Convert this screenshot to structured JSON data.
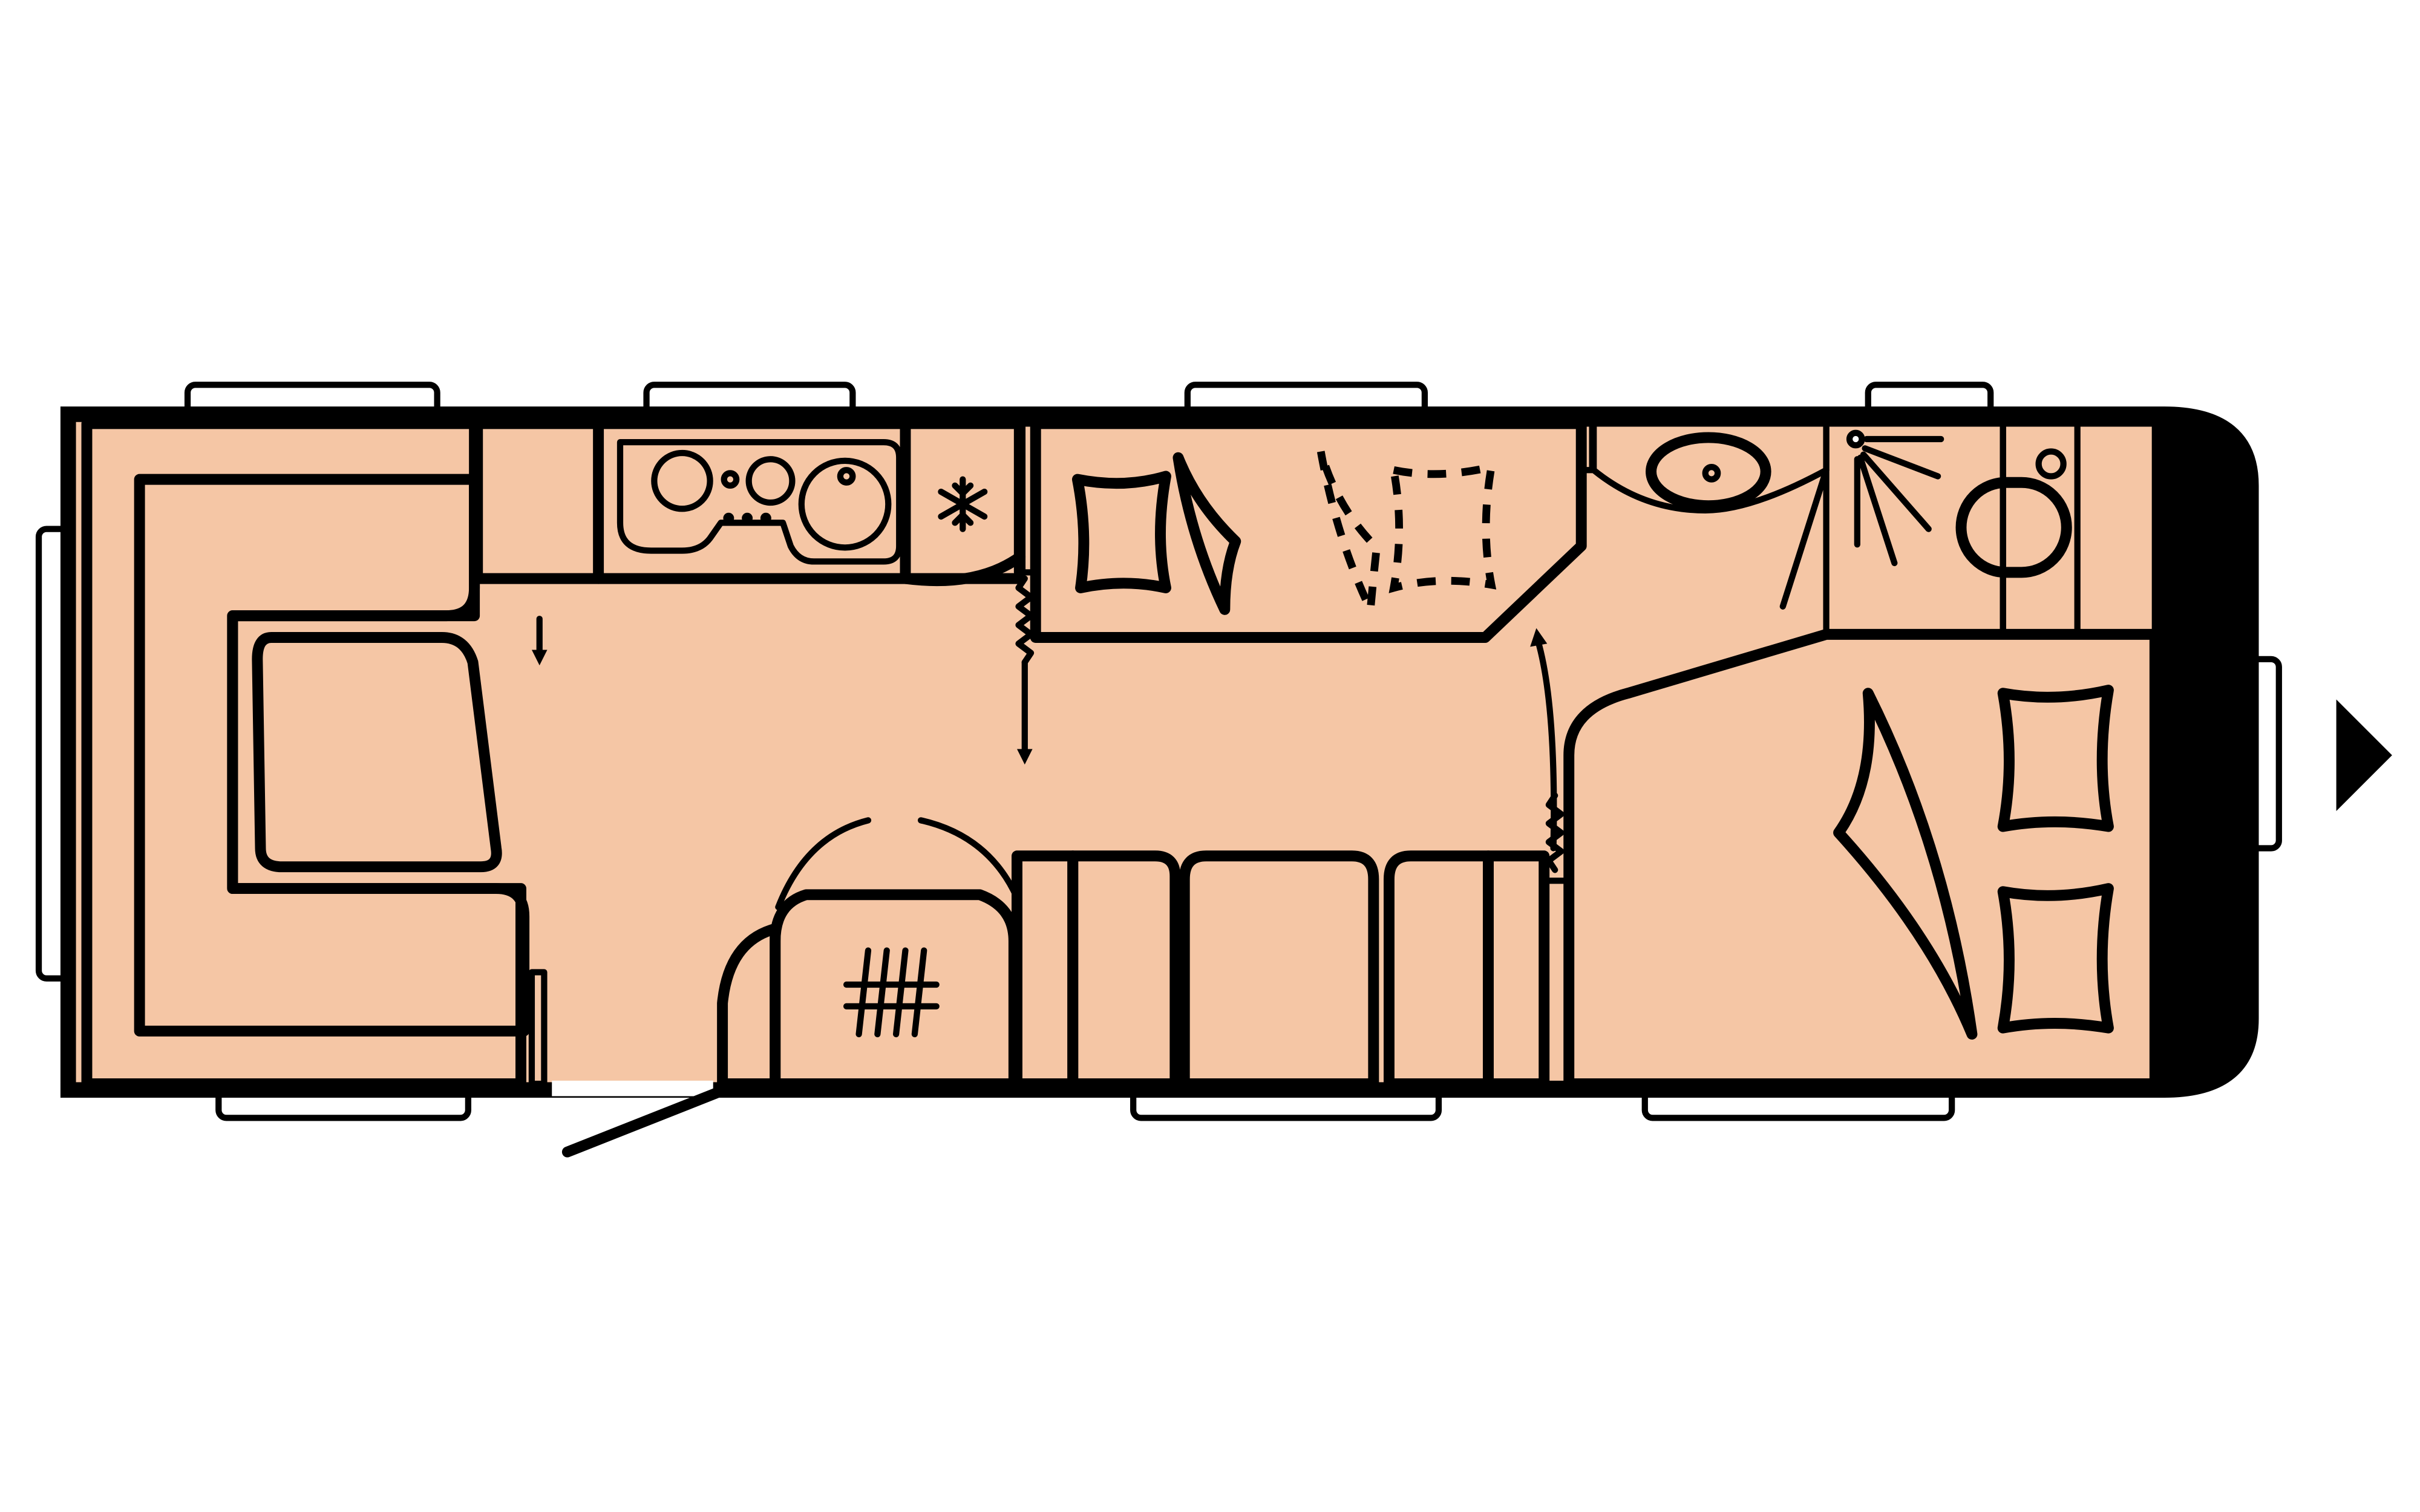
{
  "colors": {
    "floor": "#f5c6a5",
    "wall": "#000000",
    "seat_back": "#49a5d2",
    "seat_cushion": "#0394c9",
    "table_top": "#b3d5f3",
    "kitchen_counter": "#fdeeb4",
    "kitchen_sink": "#fffbe6",
    "bed": "#fea36d",
    "pillow": "#e88a5c",
    "armchair": "#bd9a86",
    "washroom_wall": "#b08b76",
    "shower_floor": "#ececec",
    "storage_box": "#b0b0b0",
    "frame": "#ffffff"
  },
  "icons": [
    "snowflake-icon",
    "stove-burner-icon",
    "sink-icon",
    "shower-head-icon",
    "toilet-icon",
    "washbasin-icon",
    "direction-arrow-icon",
    "door-swing-icon"
  ],
  "rooms": [
    "lounge-seating",
    "kitchen",
    "bunk-bed",
    "washroom",
    "shower",
    "master-bed",
    "side-dinette",
    "armchair"
  ]
}
